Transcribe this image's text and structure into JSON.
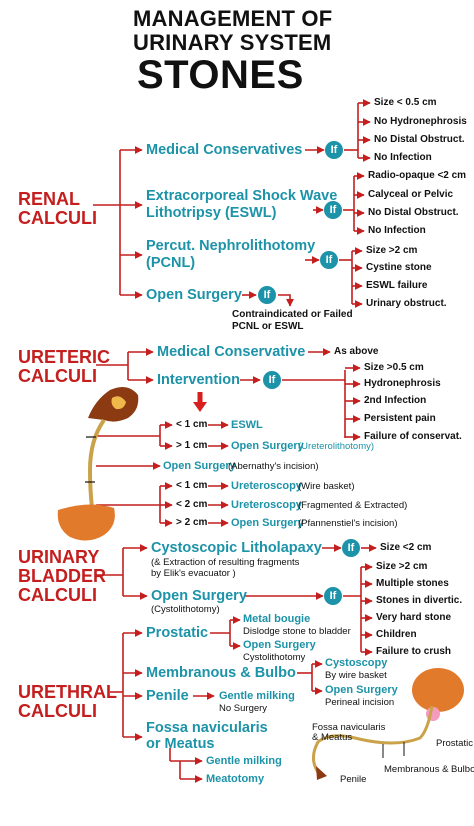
{
  "title": {
    "line1": "MANAGEMENT OF",
    "line2": "URINARY SYSTEM",
    "line3": "STONES"
  },
  "if_label": "If",
  "renal": {
    "label": "RENAL\nCALCULI",
    "medical": "Medical Conservatives",
    "medical_criteria": [
      "Size < 0.5   cm",
      "No Hydronephrosis",
      "No Distal Obstruct.",
      "No Infection"
    ],
    "eswl_line1": "Extracorporeal Shock Wave",
    "eswl_line2": "Lithotripsy (ESWL)",
    "eswl_criteria": [
      "Radio-opaque <2 cm",
      "Calyceal or Pelvic",
      "No Distal Obstruct.",
      "No Infection"
    ],
    "pcnl_line1": "Percut. Nephrolithotomy",
    "pcnl_line2": "(PCNL)",
    "pcnl_criteria": [
      "Size >2 cm",
      "Cystine stone",
      "ESWL failure",
      "Urinary obstruct."
    ],
    "open": "Open Surgery",
    "open_note_line1": "Contraindicated or Failed",
    "open_note_line2": "PCNL or ESWL"
  },
  "ureteric": {
    "label": "URETERIC\nCALCULI",
    "medical": "Medical Conservative",
    "medical_note": "As above",
    "intervention": "Intervention",
    "intervention_criteria": [
      "Size >0.5    cm",
      "Hydronephrosis",
      "2nd Infection",
      "Persistent pain",
      "Failure of conservat."
    ],
    "upper_lt1": "< 1 cm",
    "upper_lt1_tx": "ESWL",
    "upper_gt1": "> 1 cm",
    "upper_gt1_tx": "Open Surgery",
    "upper_gt1_note": "(Ureterolithotomy)",
    "middle_tx": "Open Surgery",
    "middle_note": "(Abernathy's incision)",
    "lower_lt1": "< 1 cm",
    "lower_lt1_tx": "Ureteroscopy",
    "lower_lt1_note": "(Wire basket)",
    "lower_lt2": "< 2 cm",
    "lower_lt2_tx": "Ureteroscopy",
    "lower_lt2_note": "(Fragmented & Extracted)",
    "lower_gt2": "> 2 cm",
    "lower_gt2_tx": "Open Surgery",
    "lower_gt2_note": "(Pfannenstiel's incision)"
  },
  "bladder": {
    "label": "URINARY\nBLADDER\nCALCULI",
    "cysto": "Cystoscopic Litholapaxy",
    "cysto_note_line1": "(& Extraction of resulting fragments",
    "cysto_note_line2": "by Elik's evacuator )",
    "cysto_criteria": "Size <2 cm",
    "open": "Open Surgery",
    "open_note": "(Cystolithotomy)",
    "open_criteria": [
      "Size >2 cm",
      "Multiple stones",
      "Stones in divertic.",
      "Very hard stone",
      "Children",
      "Failure to crush"
    ]
  },
  "urethral": {
    "label": "URETHRAL\nCALCULI",
    "prostatic": "Prostatic",
    "prostatic_opt1": "Metal bougie",
    "prostatic_opt1_note": "Dislodge stone to bladder",
    "prostatic_opt2": "Open Surgery",
    "prostatic_opt2_note": "Cystolithotomy",
    "membranous": "Membranous & Bulbo",
    "membranous_opt1": "Cystoscopy",
    "membranous_opt1_note": "By wire basket",
    "membranous_opt2": "Open Surgery",
    "membranous_opt2_note": "Perineal incision",
    "penile": "Penile",
    "penile_opt1": "Gentle milking",
    "penile_opt1_note": "No Surgery",
    "fossa_line1": "Fossa navicularis",
    "fossa_line2": "or Meatus",
    "fossa_opt1": "Gentle milking",
    "fossa_opt2": "Meatotomy"
  },
  "diagram_labels": {
    "fossa_line1": "Fossa navicularis",
    "fossa_line2": "& Meatus",
    "prostatic": "Prostatic",
    "membranous": "Membranous & Bulbo",
    "penile": "Penile"
  },
  "colors": {
    "red": "#c41e1e",
    "teal": "#1c93a8",
    "kidney": "#8b3a12",
    "bladder": "#e27a2c"
  }
}
